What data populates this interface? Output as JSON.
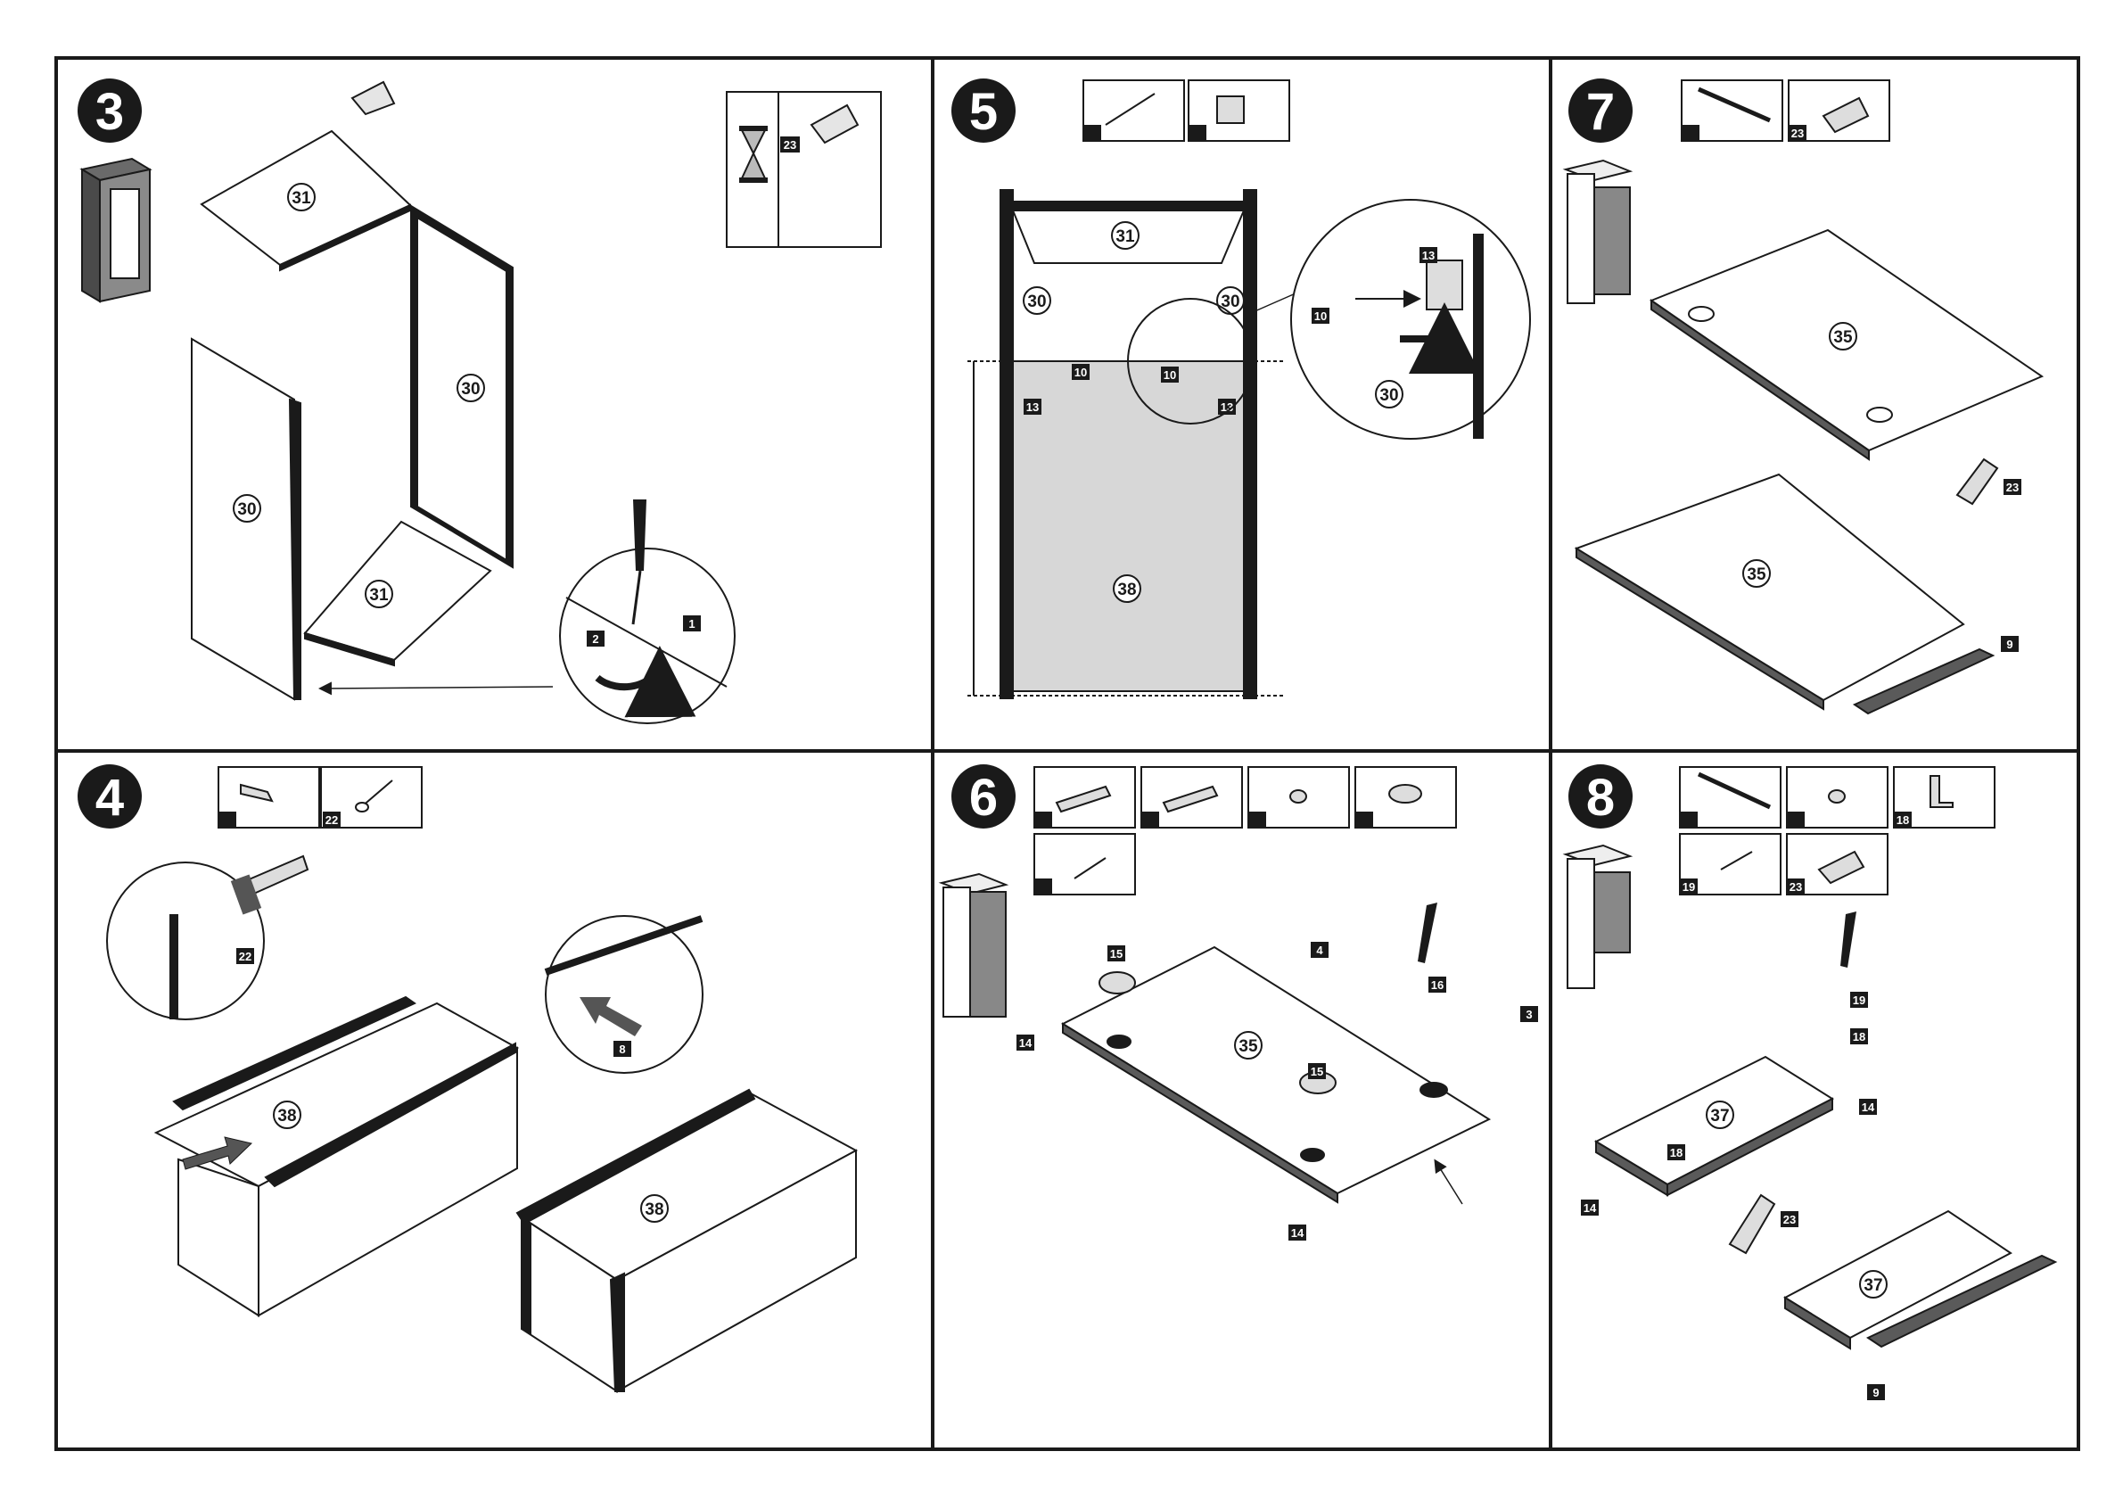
{
  "steps": {
    "s3": {
      "number": "3",
      "tags": [
        "23",
        "1",
        "2"
      ],
      "parts": [
        "31",
        "30",
        "30",
        "31"
      ]
    },
    "s4": {
      "number": "4",
      "tags": [
        "22",
        "22",
        "8"
      ],
      "parts": [
        "38",
        "38"
      ]
    },
    "s5": {
      "number": "5",
      "tags": [
        "10",
        "10",
        "13",
        "13",
        "13",
        "10"
      ],
      "parts": [
        "31",
        "30",
        "30",
        "38",
        "30"
      ]
    },
    "s6": {
      "number": "6",
      "tags": [
        "4",
        "15",
        "16",
        "3",
        "14",
        "15",
        "14"
      ],
      "parts": [
        "35"
      ]
    },
    "s7": {
      "number": "7",
      "tags": [
        "23",
        "23",
        "9"
      ],
      "parts": [
        "35",
        "35"
      ]
    },
    "s8": {
      "number": "8",
      "tags": [
        "18",
        "19",
        "23",
        "19",
        "18",
        "14",
        "18",
        "14",
        "23",
        "9"
      ],
      "parts": [
        "37",
        "37"
      ]
    }
  },
  "colors": {
    "ink": "#1a1a1a",
    "gray_panel": "#d7d7d7",
    "dark_gray": "#5a5a5a"
  }
}
